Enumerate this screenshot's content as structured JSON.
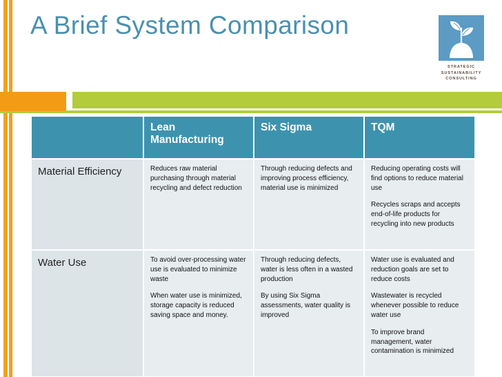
{
  "slide": {
    "title": "A Brief System Comparison",
    "colors": {
      "title": "#4A90B0",
      "accent_orange": "#F49B16",
      "accent_green": "#B2CC3C",
      "header_teal": "#3D93AE",
      "cell_bg": "#E8EDF0",
      "rowhead_bg": "#DCE4E8",
      "logo_blue": "#5B9BC4"
    }
  },
  "logo": {
    "icon": "sprout-in-soil-mound-icon",
    "lines": [
      "STRATEGIC",
      "SUSTAINABILITY",
      "CONSULTING"
    ]
  },
  "table": {
    "corner_label": "",
    "columns": [
      "Lean Manufacturing",
      "Six Sigma",
      "TQM"
    ],
    "rows": [
      {
        "header": "Material Efficiency",
        "cells": [
          [
            "Reduces raw material purchasing through material recycling and defect reduction"
          ],
          [
            "Through reducing defects and improving process efficiency, material use is minimized"
          ],
          [
            "Reducing operating costs will find options to reduce material use",
            "Recycles scraps and accepts end-of-life products for recycling into new products"
          ]
        ]
      },
      {
        "header": "Water Use",
        "cells": [
          [
            "To avoid over-processing water use is evaluated to minimize waste",
            "When water use is minimized, storage capacity is reduced saving space and money."
          ],
          [
            "Through reducing defects, water is less often in a wasted production",
            "By using Six Sigma assessments, water quality is improved"
          ],
          [
            "Water use is evaluated and reduction goals are set to reduce costs",
            "Wastewater is recycled whenever possible to reduce water use",
            "To improve brand management, water contamination is minimized"
          ]
        ]
      }
    ]
  }
}
